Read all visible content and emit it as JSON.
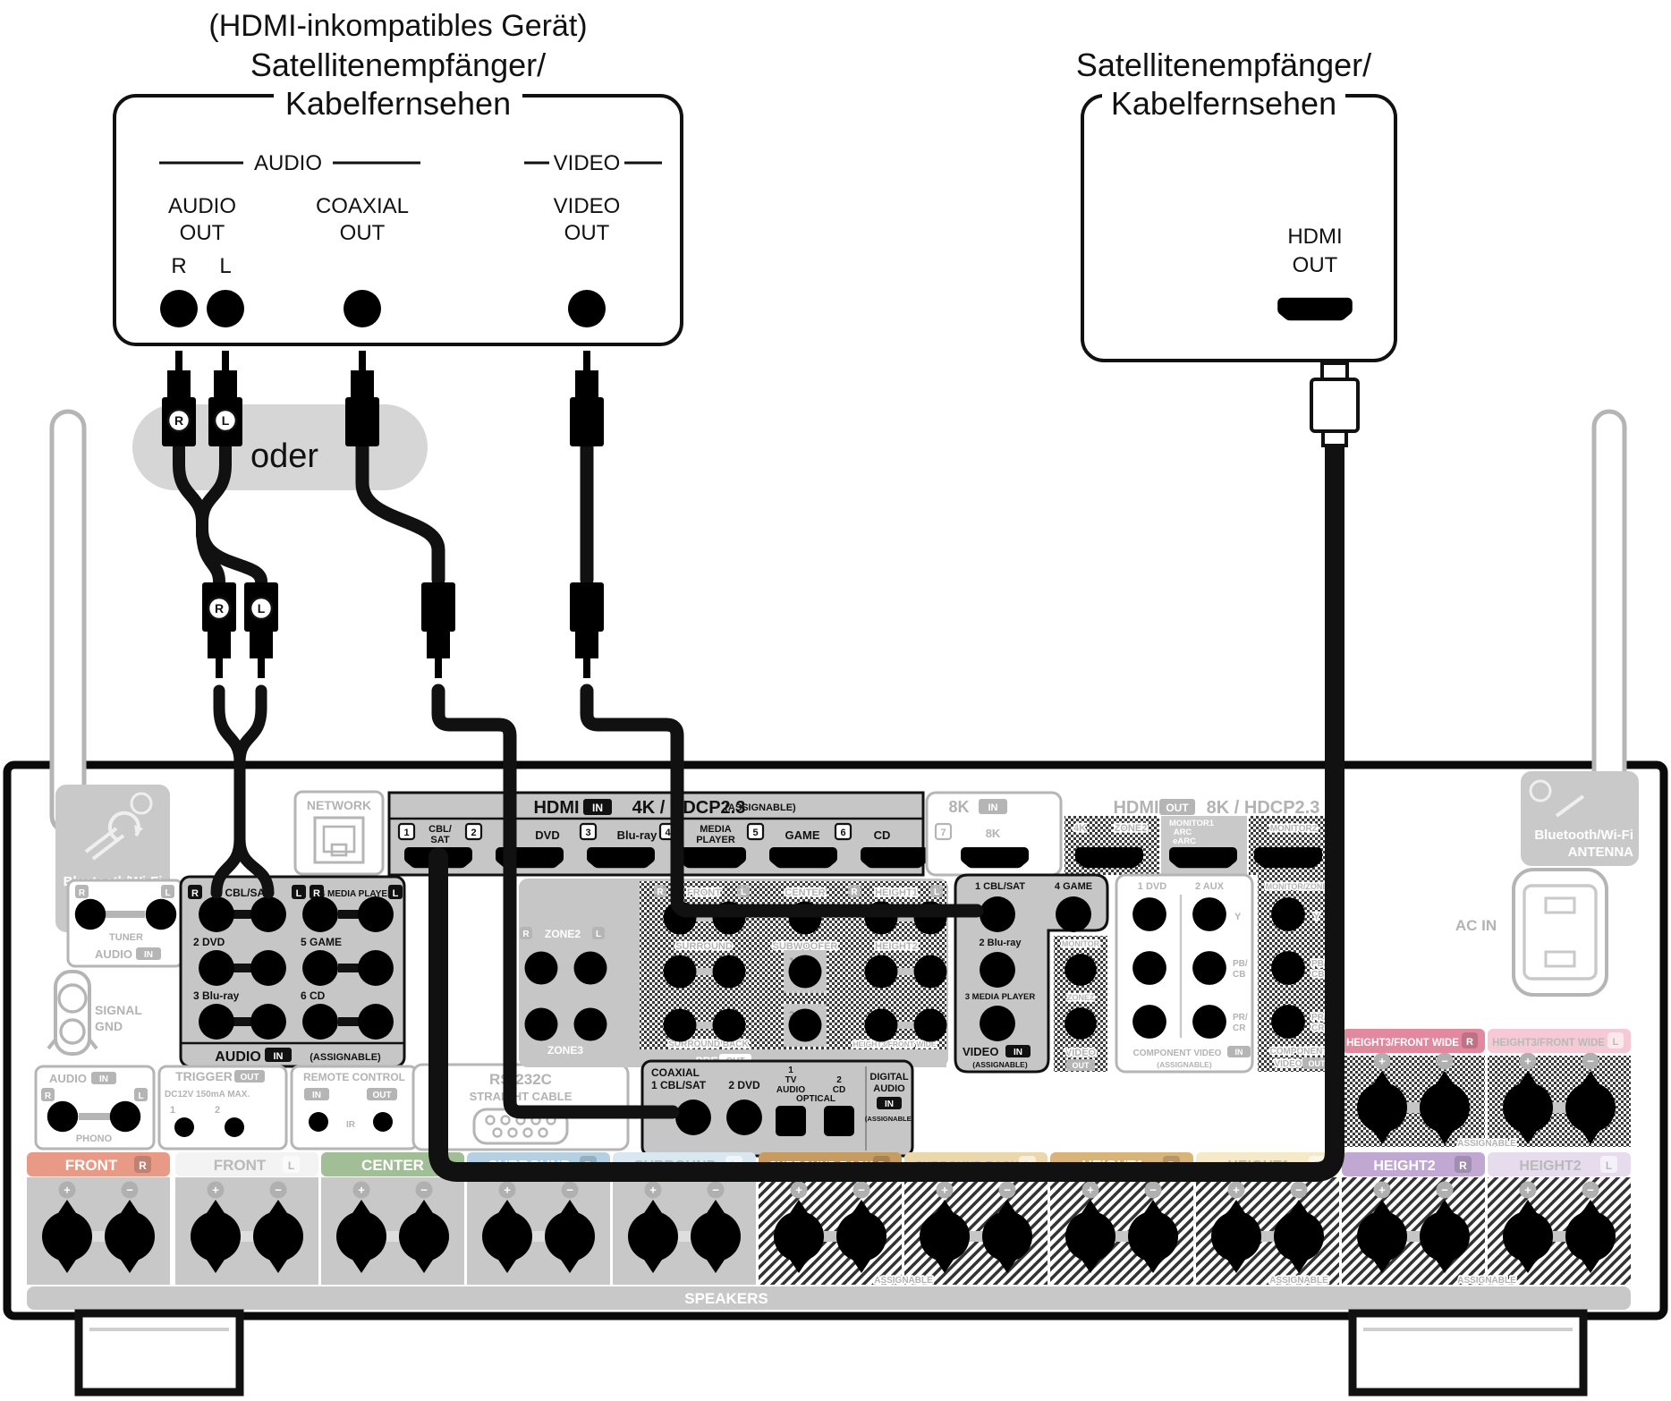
{
  "common": {
    "r": "R",
    "l": "L",
    "in": "IN",
    "out": "OUT",
    "plus": "+",
    "minus": "−",
    "assignable": "ASSIGNABLE",
    "assignable_paren": "(ASSIGNABLE)"
  },
  "top": {
    "note": "(HDMI-inkompatibles Gerät)",
    "left_title1": "Satellitenempfänger/",
    "left_title2": "Kabelfernsehen",
    "right_title1": "Satellitenempfänger/",
    "right_title2": "Kabelfernsehen",
    "or_label": "oder",
    "audio_group": "AUDIO",
    "video_group": "VIDEO",
    "audio_out1": "AUDIO",
    "audio_out2": "OUT",
    "coax1": "COAXIAL",
    "coax2": "OUT",
    "video_out1": "VIDEO",
    "video_out2": "OUT",
    "hdmi1": "HDMI",
    "hdmi2": "OUT"
  },
  "receiver": {
    "antenna1": "Bluetooth/Wi-Fi",
    "antenna2": "ANTENNA",
    "network": "NETWORK",
    "hdmi_in": {
      "title": "HDMI",
      "spec": "4K / HDCP2.3",
      "p1n": "1",
      "p1a": "CBL/",
      "p1b": "SAT",
      "p2n": "2",
      "p2": "DVD",
      "p3n": "3",
      "p3": "Blu-ray",
      "p4n": "4",
      "p4a": "MEDIA",
      "p4b": "PLAYER",
      "p5n": "5",
      "p5": "GAME",
      "p6n": "6",
      "p6": "CD"
    },
    "hdmi_8k": {
      "title": "8K",
      "pn": "7",
      "plabel": "8K"
    },
    "hdmi_out": {
      "title": "HDMI",
      "spec": "8K / HDCP2.3",
      "z4k": "4K",
      "zone2": "ZONE2",
      "m1": "MONITOR1",
      "m2": "ARC",
      "m3": "eARC",
      "mon2": "MONITOR2"
    },
    "tuner": {
      "name": "TUNER",
      "audio": "AUDIO"
    },
    "gnd1": "SIGNAL",
    "gnd2": "GND",
    "phono": {
      "audio": "AUDIO",
      "name": "PHONO"
    },
    "audio_in": {
      "r1": "1 CBL/SAT",
      "r2": "4 MEDIA PLAYER",
      "r3": "2 DVD",
      "r4": "5 GAME",
      "r5": "3 Blu-ray",
      "r6": "6 CD",
      "title": "AUDIO"
    },
    "trigger": {
      "title": "TRIGGER",
      "spec": "DC12V 150mA MAX.",
      "n1": "1",
      "n2": "2"
    },
    "remote": {
      "title": "REMOTE CONTROL",
      "ir": "IR"
    },
    "rs232": {
      "title": "RS-232C",
      "sub": "STRAIGHT CABLE"
    },
    "preout": {
      "zone2": "ZONE2",
      "zone3": "ZONE3",
      "front": "FRONT",
      "center": "CENTER",
      "height1": "HEIGHT1",
      "surround": "SURROUND",
      "subwoofer": "SUBWOOFER",
      "n1": "1",
      "n2": "2",
      "height2": "HEIGHT2",
      "surround_back": "SURROUND BACK",
      "height3": "HEIGHT3/FRONT WIDE",
      "pre": "PRE"
    },
    "digital": {
      "coaxial": "COAXIAL",
      "c1": "1 CBL/SAT",
      "c2": "2 DVD",
      "opt1n": "1",
      "opt1a": "TV",
      "opt1b": "AUDIO",
      "optical": "OPTICAL",
      "opt2n": "2",
      "opt2b": "CD",
      "d1": "DIGITAL",
      "d2": "AUDIO"
    },
    "video": {
      "c1": "1 CBL/SAT",
      "c2": "4 GAME",
      "c3": "2 Blu-ray",
      "c4": "3 MEDIA PLAYER",
      "title": "VIDEO"
    },
    "vout": {
      "monitor": "MONITOR",
      "zone2": "ZONE2",
      "title": "VIDEO"
    },
    "comp_in": {
      "c1": "1 DVD",
      "c2": "2 AUX",
      "y": "Y",
      "pb": "PB/",
      "cb": "CB",
      "pr": "PR/",
      "cr": "CR",
      "title": "COMPONENT VIDEO"
    },
    "comp_out": {
      "monitor": "MONITOR/ZONE2",
      "y": "Y",
      "pb": "PB/",
      "cb": "CB",
      "pr": "PR/",
      "cr": "CR",
      "t1": "COMPONENT",
      "t2": "VIDEO"
    },
    "ac_in": "AC IN",
    "speakers_label": "SPEAKERS",
    "sp": {
      "front": "FRONT",
      "center": "CENTER",
      "surround": "SURROUND",
      "surround_back": "SURROUND BACK",
      "height1": "HEIGHT1",
      "height2": "HEIGHT2",
      "height3": "HEIGHT3/FRONT WIDE"
    }
  },
  "colors": {
    "jack_red": "#d22b2b",
    "jack_orange": "#ef8e38",
    "jack_yellow": "#f2d22e",
    "panel_gray": "#c6c6c6",
    "inactive_gray": "#b5b5b5",
    "bubble_gray": "#d6d6d6",
    "cable_black": "#111111",
    "front_r": "#e89a86",
    "front_l": "#f3f3f3",
    "center": "#a2be96",
    "surround_r": "#b4d0e2",
    "surround_l": "#d9e7f1",
    "surround_back_r": "#c79c60",
    "surround_back_l": "#ecd6ac",
    "height1_r": "#d9b478",
    "height1_l": "#f6e9c8",
    "height2_r": "#c0a8d2",
    "height2_l": "#e7dcee",
    "height3_r": "#e2899f",
    "height3_l": "#f5c9d5"
  }
}
